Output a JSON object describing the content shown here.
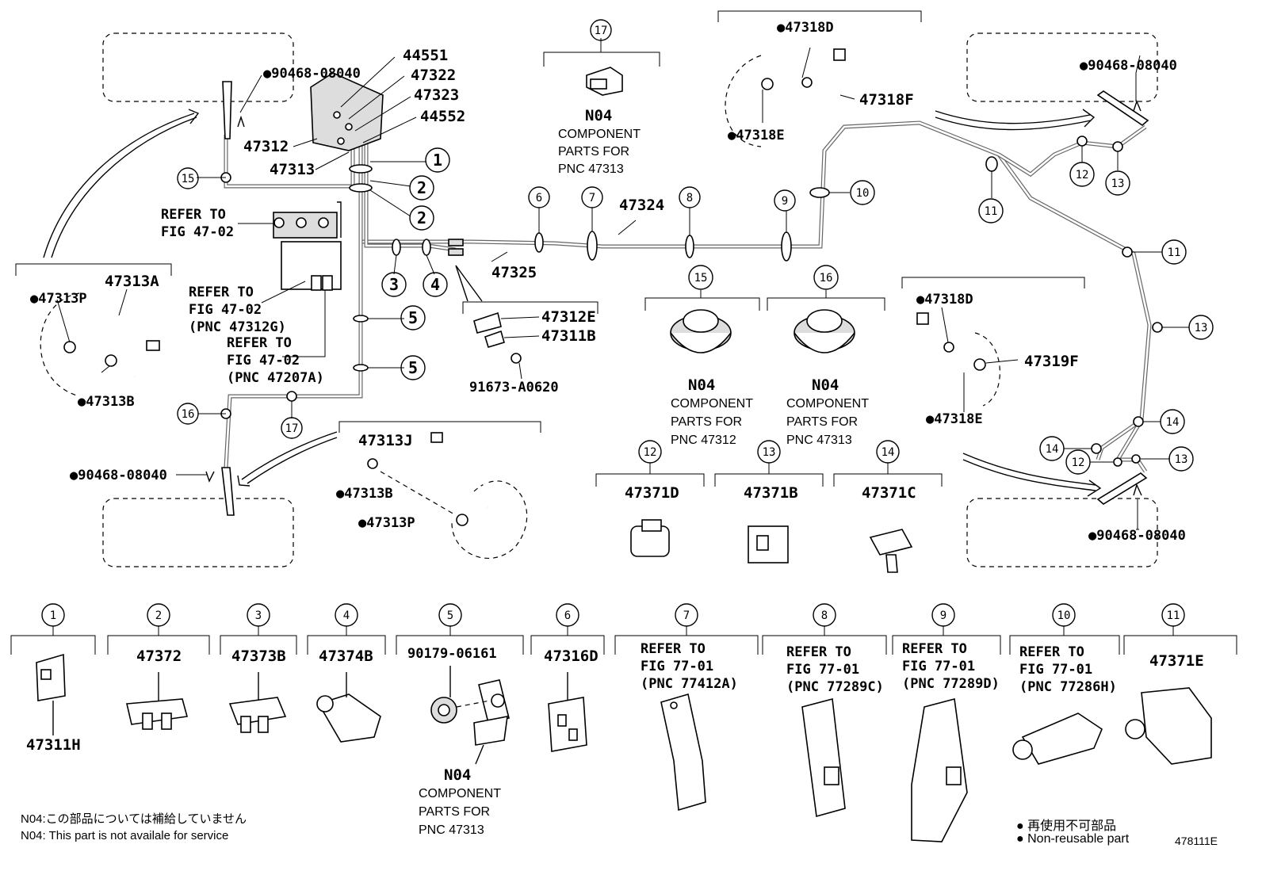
{
  "labels": {
    "p44551": "44551",
    "p47322": "47322",
    "p47323": "47323",
    "p44552": "44552",
    "p47312": "47312",
    "p47313": "47313",
    "s90468_tl": "●90468-08040",
    "s90468_tr": "●90468-08040",
    "s90468_bl": "●90468-08040",
    "s90468_br": "●90468-08040",
    "refer1a": "REFER TO",
    "refer1b": "FIG 47-02",
    "refer2a": "REFER TO",
    "refer2b": "FIG 47-02",
    "refer2c": "(PNC 47312G)",
    "refer3a": "REFER TO",
    "refer3b": "FIG 47-02",
    "refer3c": "(PNC 47207A)",
    "p47313A": "47313A",
    "s47313P_l": "●47313P",
    "s47313B_l": "●47313B",
    "p47324": "47324",
    "p47325": "47325",
    "p47312E": "47312E",
    "p47311B": "47311B",
    "p91673": "91673-A0620",
    "p47313J": "47313J",
    "s47313B_b": "●47313B",
    "s47313P_b": "●47313P",
    "s47318D_t": "●47318D",
    "p47318F": "47318F",
    "s47318E_t": "●47318E",
    "s47318D_m": "●47318D",
    "p47319F": "47319F",
    "s47318E_m": "●47318E",
    "n04_17": "N04",
    "comp17a": "COMPONENT",
    "comp17b": "PARTS FOR",
    "comp17c": "PNC 47313",
    "n04_15": "N04",
    "comp15a": "COMPONENT",
    "comp15b": "PARTS FOR",
    "comp15c": "PNC 47312",
    "n04_16": "N04",
    "comp16a": "COMPONENT",
    "comp16b": "PARTS FOR",
    "comp16c": "PNC 47313",
    "p47371D": "47371D",
    "p47371B": "47371B",
    "p47371C": "47371C",
    "p47311H": "47311H",
    "p47372": "47372",
    "p47373B": "47373B",
    "p47374B": "47374B",
    "p90179": "90179-06161",
    "n04_5": "N04",
    "comp5a": "COMPONENT",
    "comp5b": "PARTS FOR",
    "comp5c": "PNC 47313",
    "p47316D": "47316D",
    "r7a": "REFER TO",
    "r7b": "FIG 77-01",
    "r7c": "(PNC 77412A)",
    "r8a": "REFER TO",
    "r8b": "FIG 77-01",
    "r8c": "(PNC 77289C)",
    "r9a": "REFER TO",
    "r9b": "FIG 77-01",
    "r9c": "(PNC 77289D)",
    "r10a": "REFER TO",
    "r10b": "FIG 77-01",
    "r10c": "(PNC 77286H)",
    "p47371E": "47371E"
  },
  "callouts": {
    "c1": "1",
    "c2": "2",
    "c3": "3",
    "c4": "4",
    "c5": "5",
    "c6": "6",
    "c7": "7",
    "c8": "8",
    "c9": "9",
    "c10": "10",
    "c11": "11",
    "c12": "12",
    "c13": "13",
    "c14": "14",
    "c15": "15",
    "c16": "16",
    "c17": "17"
  },
  "footer": {
    "note_jp": "N04:この部品については補給していません",
    "note_en": "N04: This part is not availale for service",
    "legend_jp": "● 再使用不可部品",
    "legend_en": "● Non-reusable part",
    "fig_id": "478111E"
  }
}
